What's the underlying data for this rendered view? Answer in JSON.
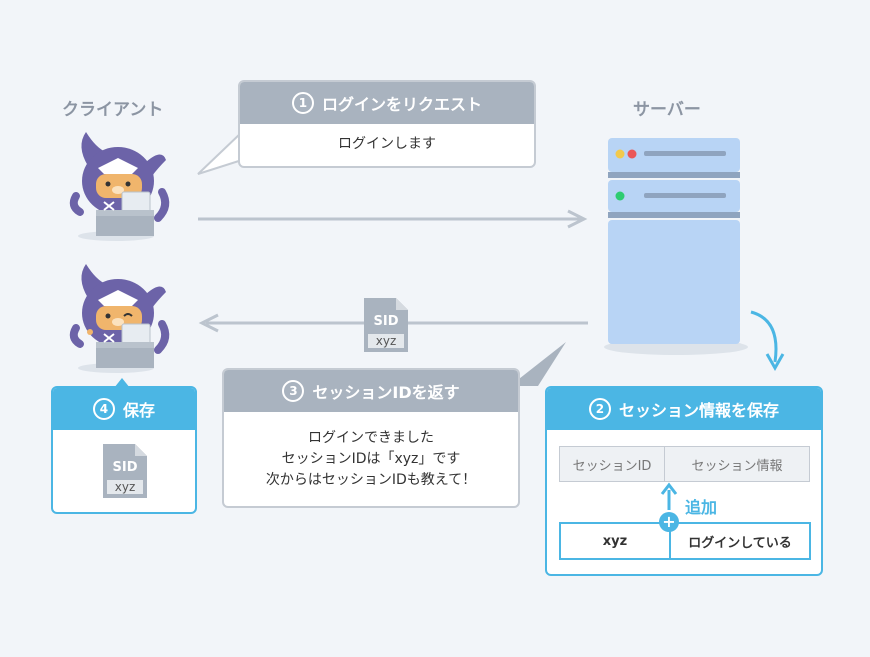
{
  "labels": {
    "client": "クライアント",
    "server": "サーバー",
    "added": "追加"
  },
  "step1": {
    "number": "1",
    "title": "ログインをリクエスト",
    "body": "ログインします"
  },
  "step2": {
    "number": "2",
    "title": "セッション情報を保存",
    "table_headers": [
      "セッションID",
      "セッション情報"
    ],
    "new_row": [
      "xyz",
      "ログインしている"
    ]
  },
  "step3": {
    "number": "3",
    "title": "セッションIDを返す",
    "lines": [
      "ログインできました",
      "セッションIDは「xyz」です",
      "次からはセッションIDも教えて！"
    ]
  },
  "step4": {
    "number": "4",
    "title": "保存"
  },
  "sid_card": {
    "label": "SID",
    "value": "xyz"
  },
  "colors": {
    "gray_header": "#a9b3bf",
    "blue_accent": "#4bb6e4",
    "server_body": "#b8d4f5",
    "mascot": "#6c63a8",
    "arrow": "#bcc4ce"
  }
}
